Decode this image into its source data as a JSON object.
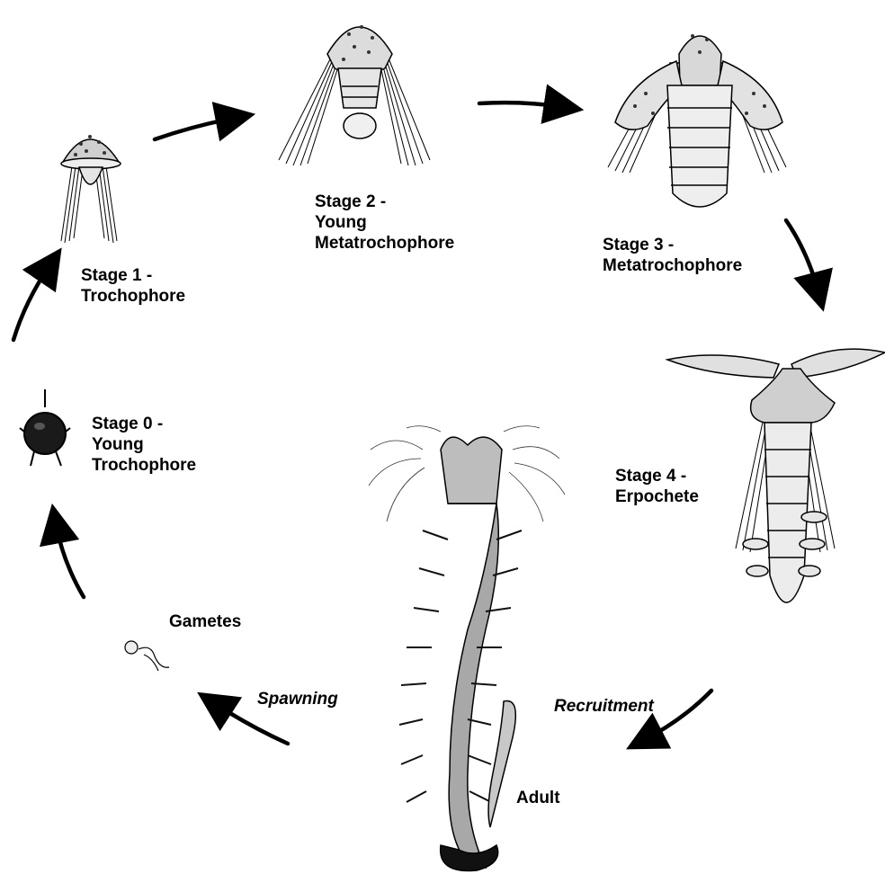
{
  "stages": {
    "stage0": {
      "line1": "Stage 0 -",
      "line2": "Young",
      "line3": "Trochophore"
    },
    "stage1": {
      "line1": "Stage 1 -",
      "line2": "Trochophore"
    },
    "stage2": {
      "line1": "Stage 2 -",
      "line2": "Young",
      "line3": "Metatrochophore"
    },
    "stage3": {
      "line1": "Stage 3 -",
      "line2": "Metatrochophore"
    },
    "stage4": {
      "line1": "Stage 4 -",
      "line2": "Erpochete"
    },
    "adult": "Adult",
    "gametes": "Gametes"
  },
  "processes": {
    "spawning": "Spawning",
    "recruitment": "Recruitment"
  },
  "colors": {
    "ink": "#000000",
    "body": "#d8d8d8",
    "dark": "#222222"
  }
}
